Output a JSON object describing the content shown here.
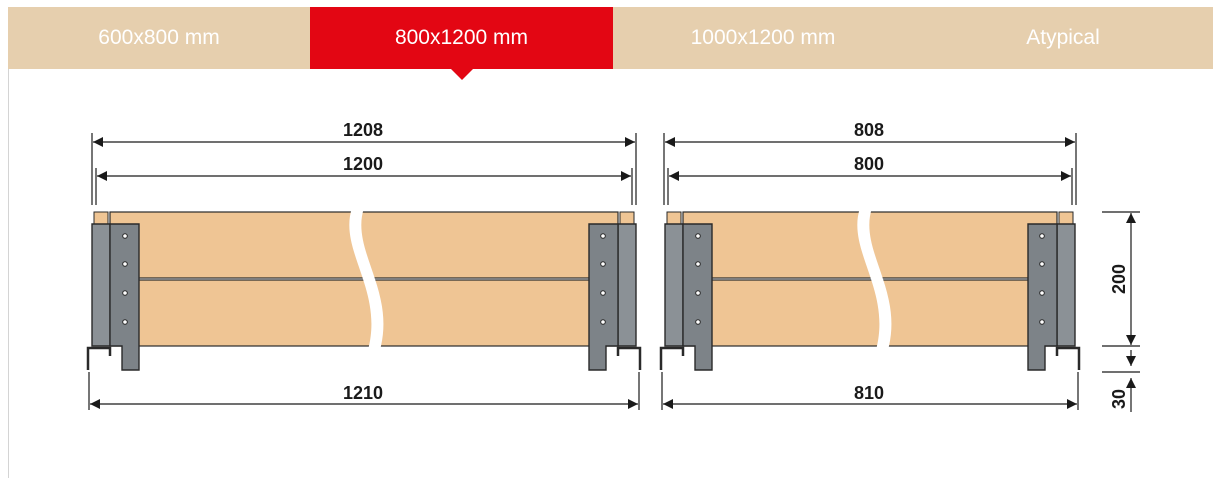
{
  "tabs": [
    {
      "label": "600x800 mm",
      "active": false
    },
    {
      "label": "800x1200 mm",
      "active": true
    },
    {
      "label": "1000x1200 mm",
      "active": false
    },
    {
      "label": "Atypical",
      "active": false
    }
  ],
  "colors": {
    "tab_bar": "#e6cfae",
    "tab_active": "#e30613",
    "wood": "#efc594",
    "steel": "#8b9196"
  },
  "drawing": {
    "long_side": {
      "outer_length": "1208",
      "inner_length": "1200",
      "bottom_length": "1210"
    },
    "short_side": {
      "outer_length": "808",
      "inner_length": "800",
      "bottom_length": "810"
    },
    "height": "200",
    "foot_height": "30"
  }
}
